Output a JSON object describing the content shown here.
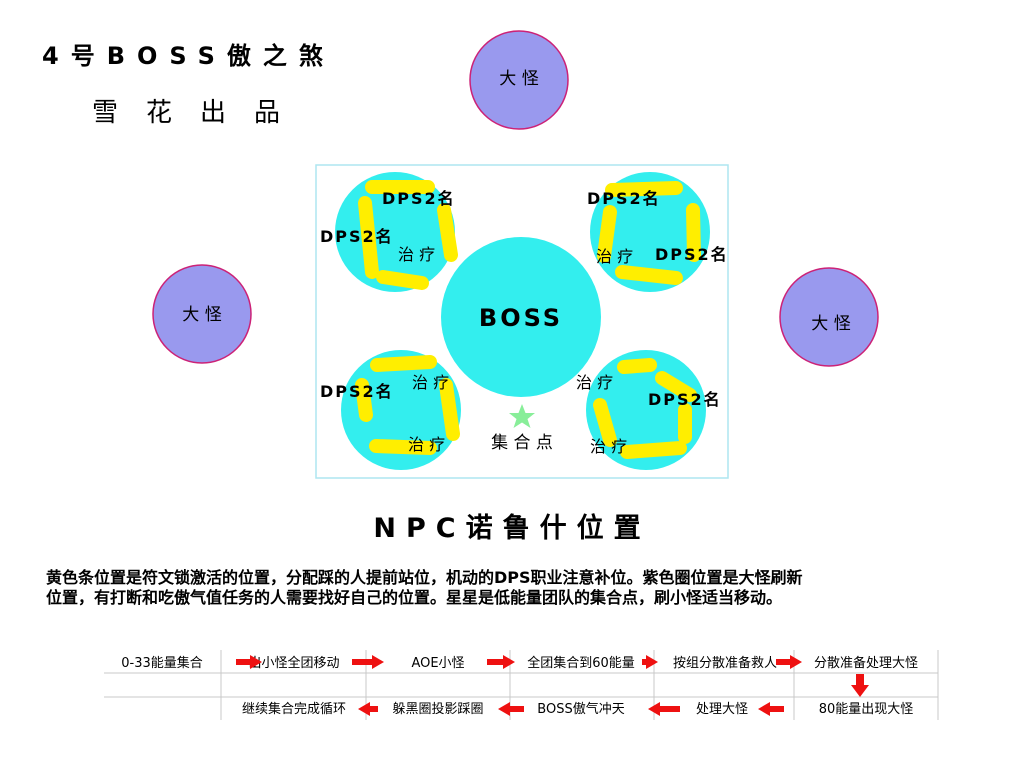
{
  "header": {
    "title": "4号BOSS傲之煞",
    "subtitle": "雪花出品"
  },
  "diagram": {
    "boss_label": "BOSS",
    "big_monster_label": "大 怪",
    "dps_label": "DPS2名",
    "healer_label": "治 疗",
    "rally_point_label": "集 合 点"
  },
  "npc_title": "NPC诺鲁什位置",
  "description": [
    "黄色条位置是符文锁激活的位置，分配踩的人提前站位，机动的DPS职业注意补位。紫色圈位置是大怪刷新",
    "位置，有打断和吃傲气值任务的人需要找好自己的位置。星星是低能量团队的集合点，刷小怪适当移动。"
  ],
  "flow": {
    "row1": [
      "0-33能量集合",
      "出小怪全团移动",
      "AOE小怪",
      "全团集合到60能量",
      "按组分散准备救人",
      "分散准备处理大怪"
    ],
    "row2": [
      "继续集合完成循环",
      "躲黑圈投影踩圈",
      "BOSS傲气冲天",
      "处理大怪",
      "80能量出现大怪"
    ]
  },
  "colors": {
    "boss_circle": "#33eeee",
    "big_monster_fill": "#9999ee",
    "big_monster_stroke": "#cc2277",
    "rune_bar": "#ffee00",
    "star": "#88ee99",
    "arrow": "#ee1111"
  }
}
